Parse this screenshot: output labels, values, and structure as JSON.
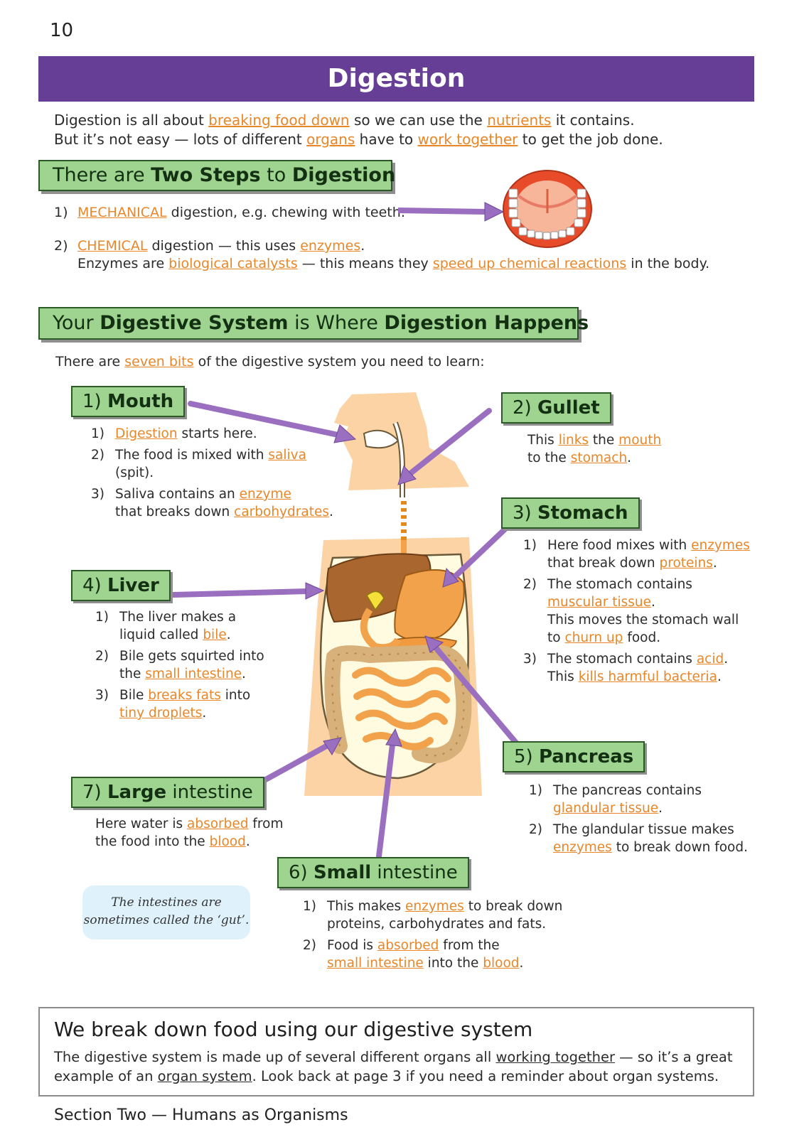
{
  "page_number": "10",
  "title": "Digestion",
  "intro": {
    "l1a": "Digestion is all about ",
    "l1b": "breaking food down",
    "l1c": " so we can use the ",
    "l1d": "nutrients",
    "l1e": " it contains.",
    "l2a": "But it’s not easy — lots of different ",
    "l2b": "organs",
    "l2c": " have to ",
    "l2d": "work together",
    "l2e": " to get the job done."
  },
  "steps": {
    "heading_a": "There are ",
    "heading_b": "Two Steps",
    "heading_c": " to ",
    "heading_d": "Digestion",
    "s1_num": "1)",
    "s1_a": "MECHANICAL",
    "s1_b": " digestion, e.g. chewing with teeth:",
    "s2_num": "2)",
    "s2_a": "CHEMICAL",
    "s2_b": " digestion — this uses ",
    "s2_c": "enzymes",
    "s2_d": ".",
    "s2_l2a": "Enzymes are ",
    "s2_l2b": "biological catalysts",
    "s2_l2c": " — this means they ",
    "s2_l2d": "speed up chemical reactions",
    "s2_l2e": " in the body."
  },
  "system": {
    "heading_a": "Your ",
    "heading_b": "Digestive System",
    "heading_c": " is Where ",
    "heading_d": "Digestion Happens",
    "intro_a": "There are ",
    "intro_b": "seven bits",
    "intro_c": " of the digestive system you need to learn:"
  },
  "mouth": {
    "label_num": "1) ",
    "label": "Mouth",
    "i1_n": "1)",
    "i1_a": "Digestion",
    "i1_b": " starts here.",
    "i2_n": "2)",
    "i2_a": "The food is mixed with ",
    "i2_b": "saliva",
    "i2_c": " (spit).",
    "i3_n": "3)",
    "i3_a": "Saliva contains an ",
    "i3_b": "enzyme",
    "i3_c": "that breaks down ",
    "i3_d": "carbohydrates",
    "i3_e": "."
  },
  "gullet": {
    "label_num": "2) ",
    "label": "Gullet",
    "a": "This ",
    "b": "links",
    "c": " the ",
    "d": "mouth",
    "e": "to the ",
    "f": "stomach",
    "g": "."
  },
  "stomach": {
    "label_num": "3) ",
    "label": "Stomach",
    "i1_n": "1)",
    "i1_a": "Here food mixes with ",
    "i1_b": "enzymes",
    "i1_c": "that break down ",
    "i1_d": "proteins",
    "i1_e": ".",
    "i2_n": "2)",
    "i2_a": "The stomach contains",
    "i2_b": "muscular tissue",
    "i2_c": ".",
    "i2_d": "This moves the stomach wall",
    "i2_e": "to ",
    "i2_f": "churn up",
    "i2_g": " food.",
    "i3_n": "3)",
    "i3_a": "The stomach contains ",
    "i3_b": "acid",
    "i3_c": ".",
    "i3_d": "This ",
    "i3_e": "kills harmful bacteria",
    "i3_f": "."
  },
  "liver": {
    "label_num": "4) ",
    "label": "Liver",
    "i1_n": "1)",
    "i1_a": "The liver makes a",
    "i1_b": "liquid called ",
    "i1_c": "bile",
    "i1_d": ".",
    "i2_n": "2)",
    "i2_a": "Bile gets squirted into",
    "i2_b": "the ",
    "i2_c": "small intestine",
    "i2_d": ".",
    "i3_n": "3)",
    "i3_a": "Bile ",
    "i3_b": "breaks fats",
    "i3_c": " into",
    "i3_d": "tiny droplets",
    "i3_e": "."
  },
  "pancreas": {
    "label_num": "5) ",
    "label": "Pancreas",
    "i1_n": "1)",
    "i1_a": "The pancreas contains",
    "i1_b": "glandular tissue",
    "i1_c": ".",
    "i2_n": "2)",
    "i2_a": "The glandular tissue makes",
    "i2_b": "enzymes",
    "i2_c": " to break down food."
  },
  "small": {
    "label_num": "6) ",
    "label_b": "Small",
    "label_c": " intestine",
    "i1_n": "1)",
    "i1_a": "This makes ",
    "i1_b": "enzymes",
    "i1_c": " to break down",
    "i1_d": "proteins, carbohydrates and fats.",
    "i2_n": "2)",
    "i2_a": "Food is ",
    "i2_b": "absorbed",
    "i2_c": " from the",
    "i2_d": "small intestine",
    "i2_e": " into the ",
    "i2_f": "blood",
    "i2_g": "."
  },
  "large": {
    "label_num": "7) ",
    "label_b": "Large",
    "label_c": " intestine",
    "a": "Here water is ",
    "b": "absorbed",
    "c": " from",
    "d": "the food into the ",
    "e": "blood",
    "f": "."
  },
  "note": {
    "l1": "The intestines are",
    "l2": "sometimes called the ‘gut’."
  },
  "summary": {
    "title": "We break down food using our digestive system",
    "l1a": "The digestive system is made up of several different organs all ",
    "l1b": "working together",
    "l1c": " — so it’s a great",
    "l2a": "example of an ",
    "l2b": "organ system",
    "l2c": ".  Look back at page 3 if you need a reminder about organ systems."
  },
  "footer": "Section Two — Humans as Organisms",
  "colors": {
    "title_bar": "#663e96",
    "heading_bg": "#9ed490",
    "keyword": "#e8872a",
    "arrow": "#9a6fc0"
  }
}
